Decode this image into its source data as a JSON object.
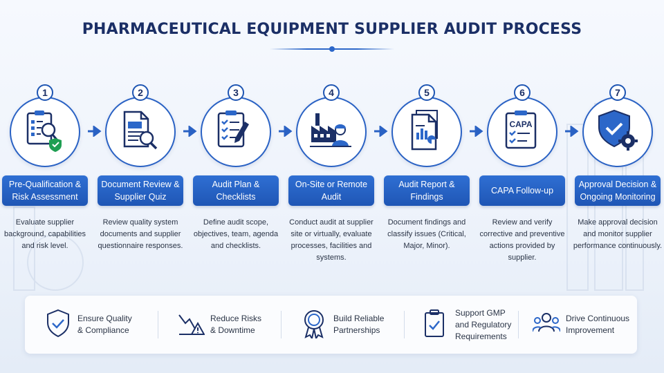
{
  "title": "PHARMACEUTICAL EQUIPMENT SUPPLIER AUDIT PROCESS",
  "colors": {
    "primary": "#1f56b5",
    "accent": "#2c67c9",
    "check_green": "#1e9e52",
    "title": "#1b2f66"
  },
  "steps": [
    {
      "number": "1",
      "label": "Pre-Qualification & Risk Assessment",
      "description": "Evaluate supplier background, capabilities and risk level.",
      "icon": "clipboard-magnifier-shield-icon"
    },
    {
      "number": "2",
      "label": "Document Review & Supplier Quiz",
      "description": "Review quality system documents and supplier questionnaire responses.",
      "icon": "document-search-icon"
    },
    {
      "number": "3",
      "label": "Audit Plan & Checklists",
      "description": "Define audit scope, objectives, team, agenda and checklists.",
      "icon": "checklist-pen-icon"
    },
    {
      "number": "4",
      "label": "On-Site or Remote Audit",
      "description": "Conduct audit at supplier site or virtually, evaluate processes, facilities and systems.",
      "icon": "factory-worker-icon"
    },
    {
      "number": "5",
      "label": "Audit Report & Findings",
      "description": "Document findings and classify issues (Critical, Major, Minor).",
      "icon": "report-chart-icon"
    },
    {
      "number": "6",
      "label": "CAPA Follow-up",
      "description": "Review and verify corrective and preventive actions provided by supplier.",
      "icon": "capa-clipboard-icon",
      "icon_text": "CAPA"
    },
    {
      "number": "7",
      "label": "Approval Decision & Ongoing Monitoring",
      "description": "Make approval decision and monitor supplier performance continuously.",
      "icon": "shield-check-gear-icon"
    }
  ],
  "benefits": [
    {
      "text": "Ensure Quality\n& Compliance",
      "icon": "shield-check-icon"
    },
    {
      "text": "Reduce Risks\n& Downtime",
      "icon": "chart-warning-icon"
    },
    {
      "text": "Build Reliable\nPartnerships",
      "icon": "award-ribbon-icon"
    },
    {
      "text": "Support GMP\nand Regulatory\nRequirements",
      "icon": "clipboard-check-icon"
    },
    {
      "text": "Drive Continuous\nImprovement",
      "icon": "team-people-icon"
    }
  ]
}
